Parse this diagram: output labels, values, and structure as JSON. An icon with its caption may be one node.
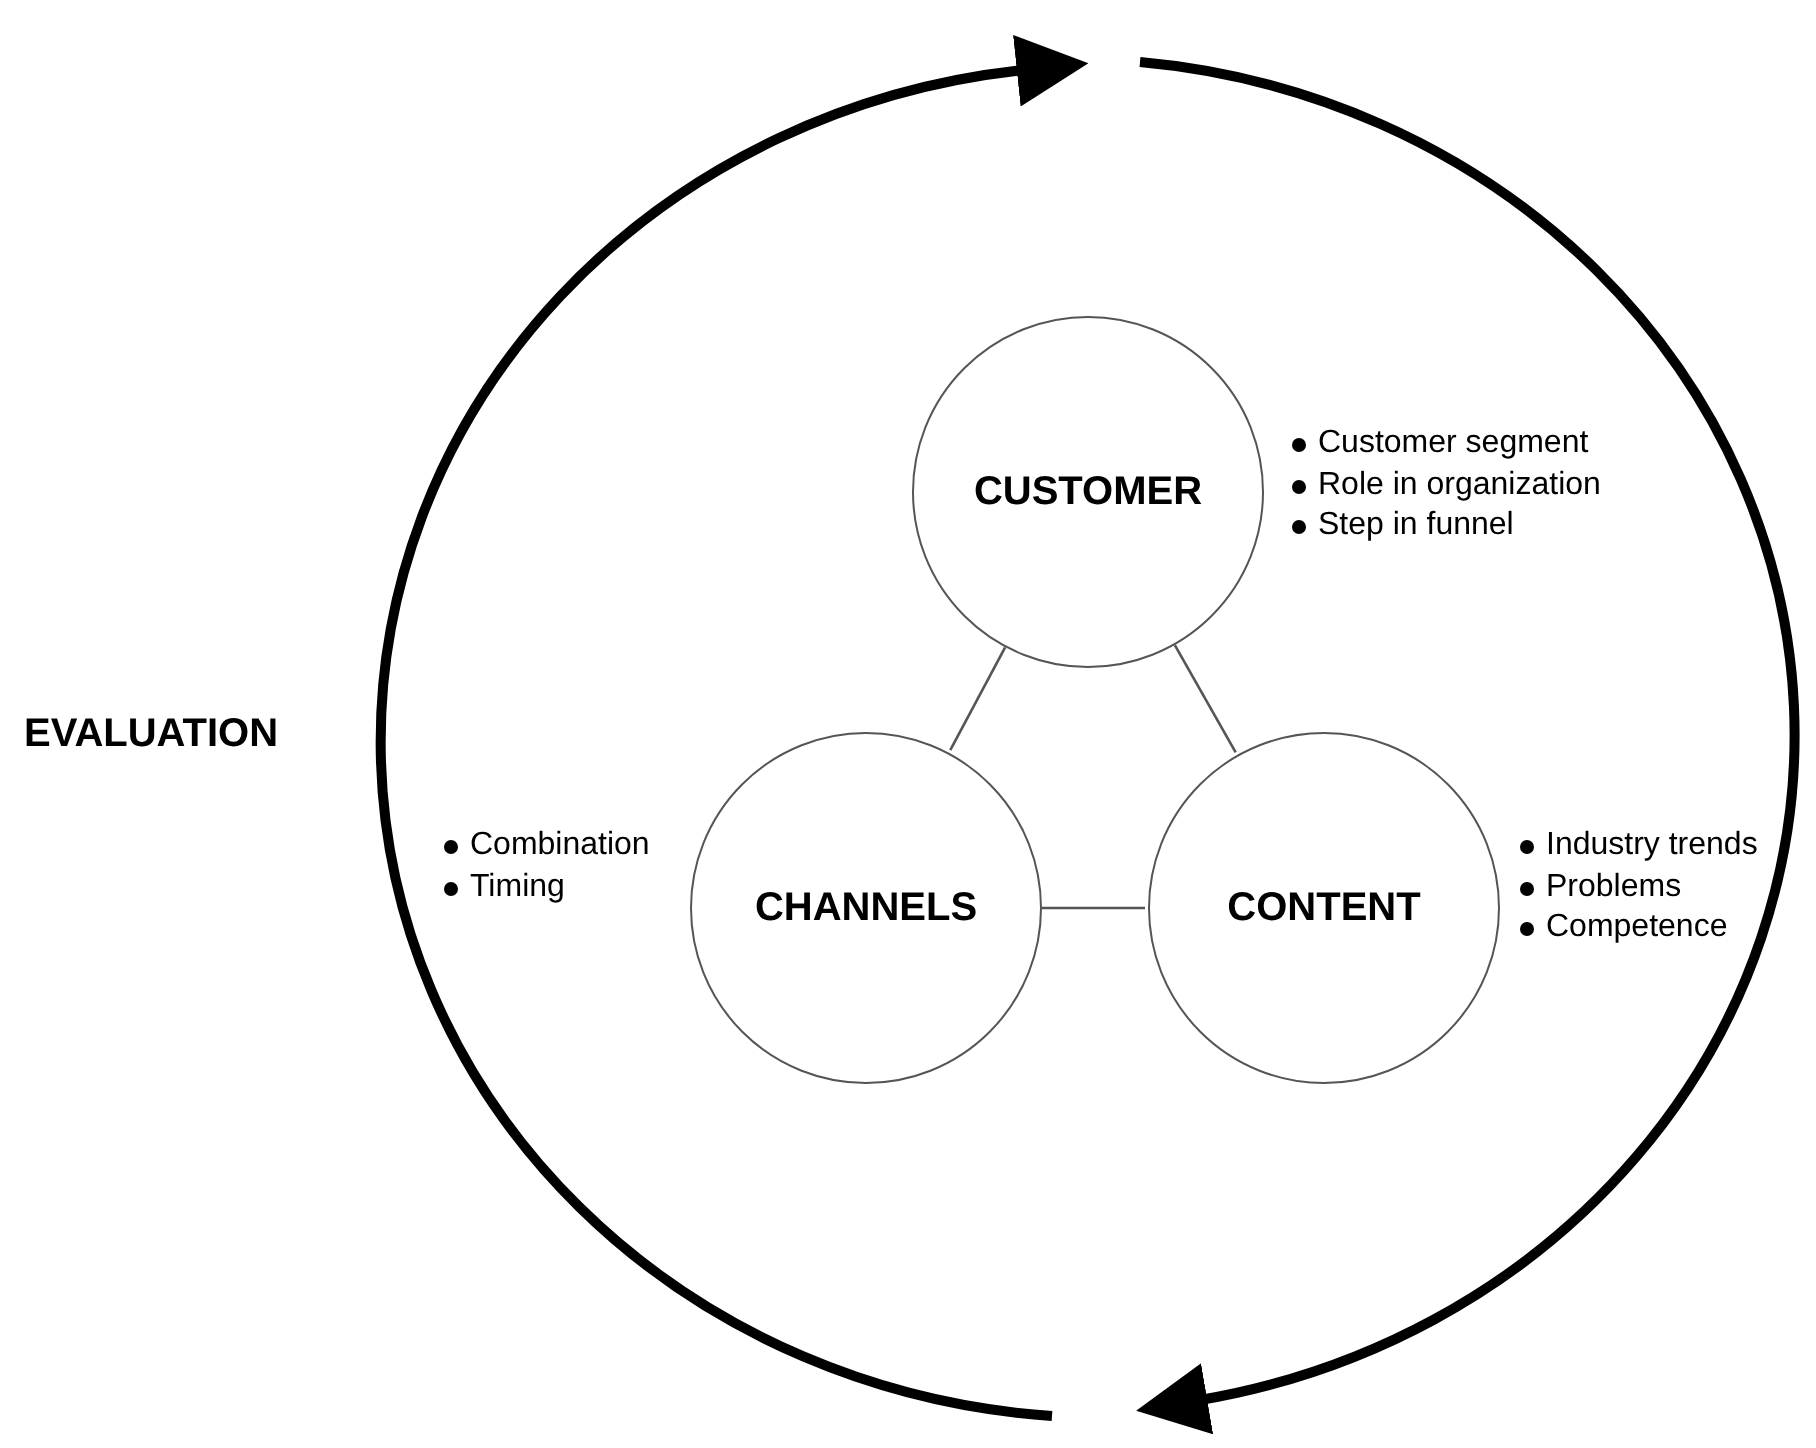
{
  "diagram": {
    "nodes": [
      {
        "text": [
          "CUSTOMER"
        ],
        "beside": [
          "Customer segment",
          "Role in organization",
          "Step in funnel"
        ]
      },
      {
        "text": [
          "CHANNELS"
        ],
        "beside": [
          "Combination",
          "Timing"
        ]
      },
      {
        "text": [
          "CONTENT"
        ],
        "beside": [
          "Industry trends",
          "Problems",
          "Competence"
        ]
      }
    ],
    "edges": [
      {
        "from": 0,
        "to": 1,
        "arrow": "none"
      },
      {
        "from": 0,
        "to": 2,
        "arrow": "none"
      },
      {
        "from": 1,
        "to": 2,
        "arrow": "none"
      }
    ],
    "labels": [
      "EVALUATION"
    ]
  }
}
